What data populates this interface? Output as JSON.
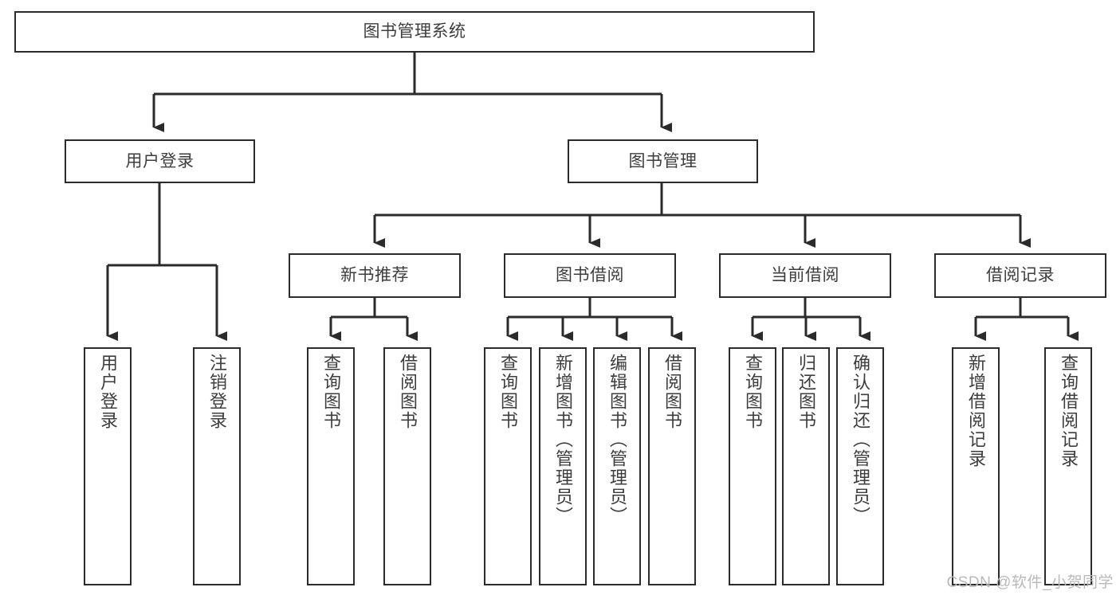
{
  "diagram": {
    "title": "图书管理系统",
    "type": "hierarchy-tree",
    "colors": {
      "background": "#ffffff",
      "stroke": "#2b2b2b",
      "text": "#3d3d3d",
      "watermark": "#b9b9b9"
    },
    "root": {
      "label": "图书管理系统"
    },
    "level2": [
      {
        "label": "用户登录"
      },
      {
        "label": "图书管理"
      }
    ],
    "level3": [
      {
        "label": "新书推荐"
      },
      {
        "label": "图书借阅"
      },
      {
        "label": "当前借阅"
      },
      {
        "label": "借阅记录"
      }
    ],
    "leaves": {
      "user_login": [
        {
          "label": "用户登录"
        },
        {
          "label": "注销登录"
        }
      ],
      "new_book": [
        {
          "label": "查询图书"
        },
        {
          "label": "借阅图书"
        }
      ],
      "book_borrow": [
        {
          "label": "查询图书"
        },
        {
          "label": "新增图书（管理员）"
        },
        {
          "label": "编辑图书（管理员）"
        },
        {
          "label": "借阅图书"
        }
      ],
      "current_borrow": [
        {
          "label": "查询图书"
        },
        {
          "label": "归还图书"
        },
        {
          "label": "确认归还（管理员）"
        }
      ],
      "borrow_record": [
        {
          "label": "新增借阅记录"
        },
        {
          "label": "查询借阅记录"
        }
      ]
    },
    "watermark": "CSDN @软件_小贺同学"
  }
}
